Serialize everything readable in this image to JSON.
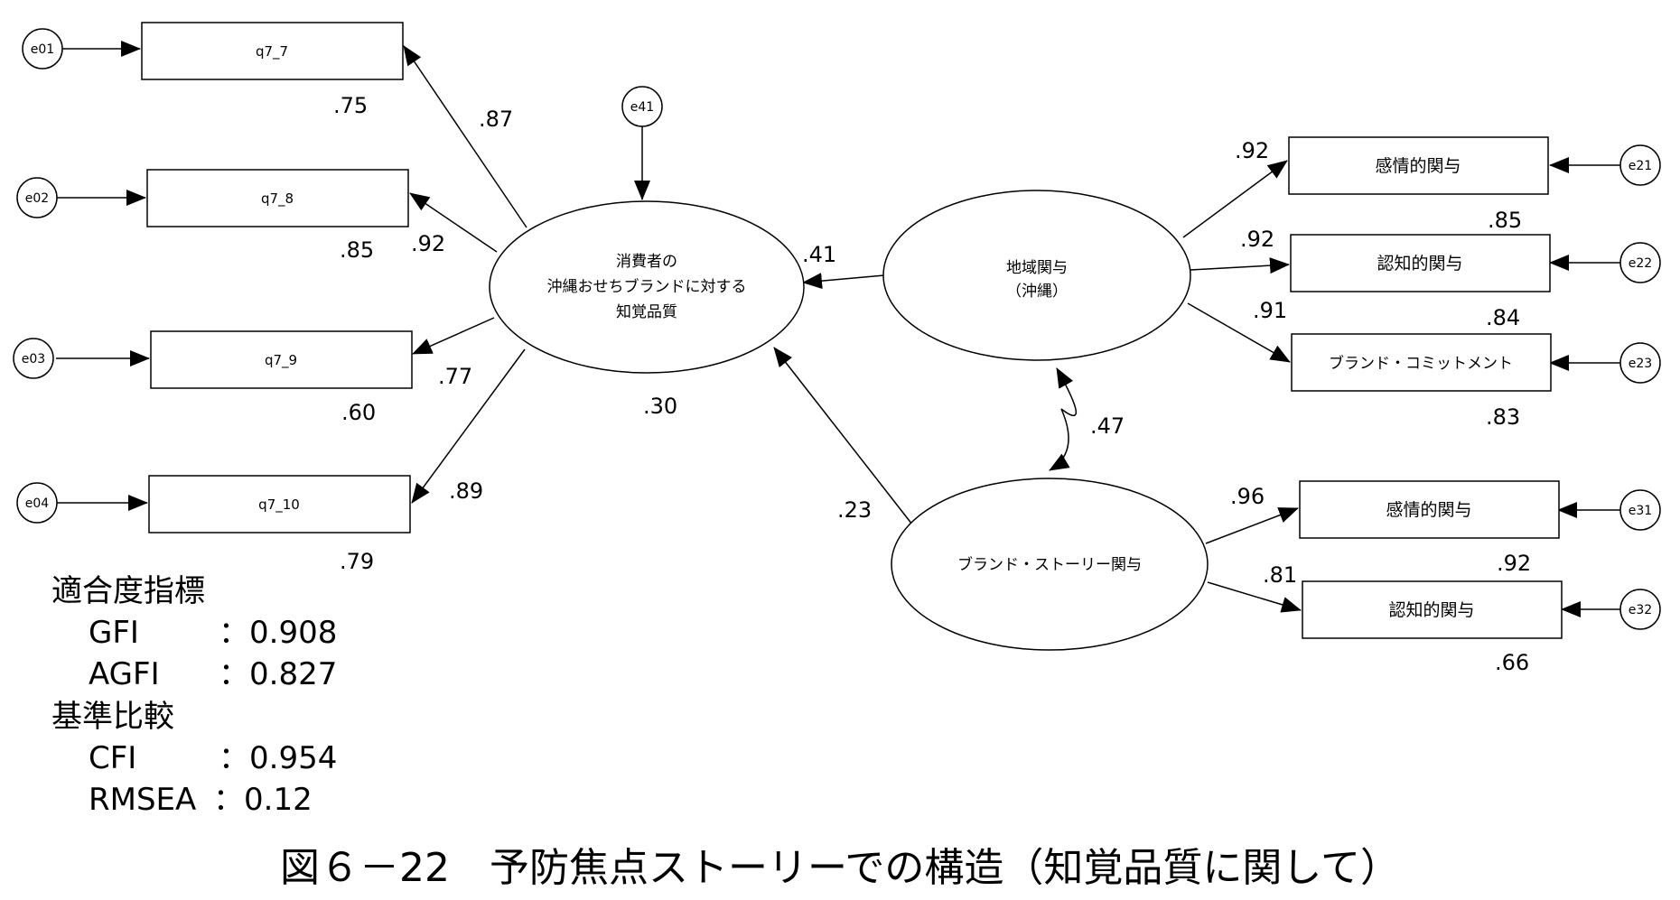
{
  "errors": {
    "e01": "e01",
    "e02": "e02",
    "e03": "e03",
    "e04": "e04",
    "e41": "e41",
    "e21": "e21",
    "e22": "e22",
    "e23": "e23",
    "e31": "e31",
    "e32": "e32"
  },
  "indicators": {
    "q7_7": "q7_7",
    "q7_8": "q7_8",
    "q7_9": "q7_9",
    "q7_10": "q7_10",
    "kanjo_1": "感情的関与",
    "ninchi_1": "認知的関与",
    "brand_commit": "ブランド・コミットメント",
    "kanjo_2": "感情的関与",
    "ninchi_2": "認知的関与"
  },
  "latents": {
    "quality": [
      "消費者の",
      "沖縄おせちブランドに対する",
      "知覚品質"
    ],
    "region": [
      "地域関与",
      "（沖縄）"
    ],
    "story": "ブランド・ストーリー関与"
  },
  "coefficients": {
    "load_q7_7": ".87",
    "load_q7_8": ".92",
    "load_q7_9": ".77",
    "load_q7_10": ".89",
    "r2_q7_7": ".75",
    "r2_q7_8": ".85",
    "r2_q7_9": ".60",
    "r2_q7_10": ".79",
    "r2_quality": ".30",
    "path_region_quality": ".41",
    "path_story_quality": ".23",
    "corr_region_story": ".47",
    "load_kanjo_1": ".92",
    "load_ninchi_1": ".92",
    "load_brand_commit": ".91",
    "r2_kanjo_1": ".85",
    "r2_ninchi_1": ".84",
    "r2_brand_commit": ".83",
    "load_kanjo_2": ".96",
    "load_ninchi_2": ".81",
    "r2_kanjo_2": ".92",
    "r2_ninchi_2": ".66"
  },
  "fit_indices": {
    "heading_1": "適合度指標",
    "gfi_label": "GFI",
    "gfi_value": "：0.908",
    "agfi_label": "AGFI",
    "agfi_value": "：0.827",
    "heading_2": "基準比較",
    "cfi_label": "CFI",
    "cfi_value": "：0.954",
    "rmsea_label": "RMSEA",
    "rmsea_value": "：0.12"
  },
  "caption": "図６－22　予防焦点ストーリーでの構造（知覚品質に関して）"
}
